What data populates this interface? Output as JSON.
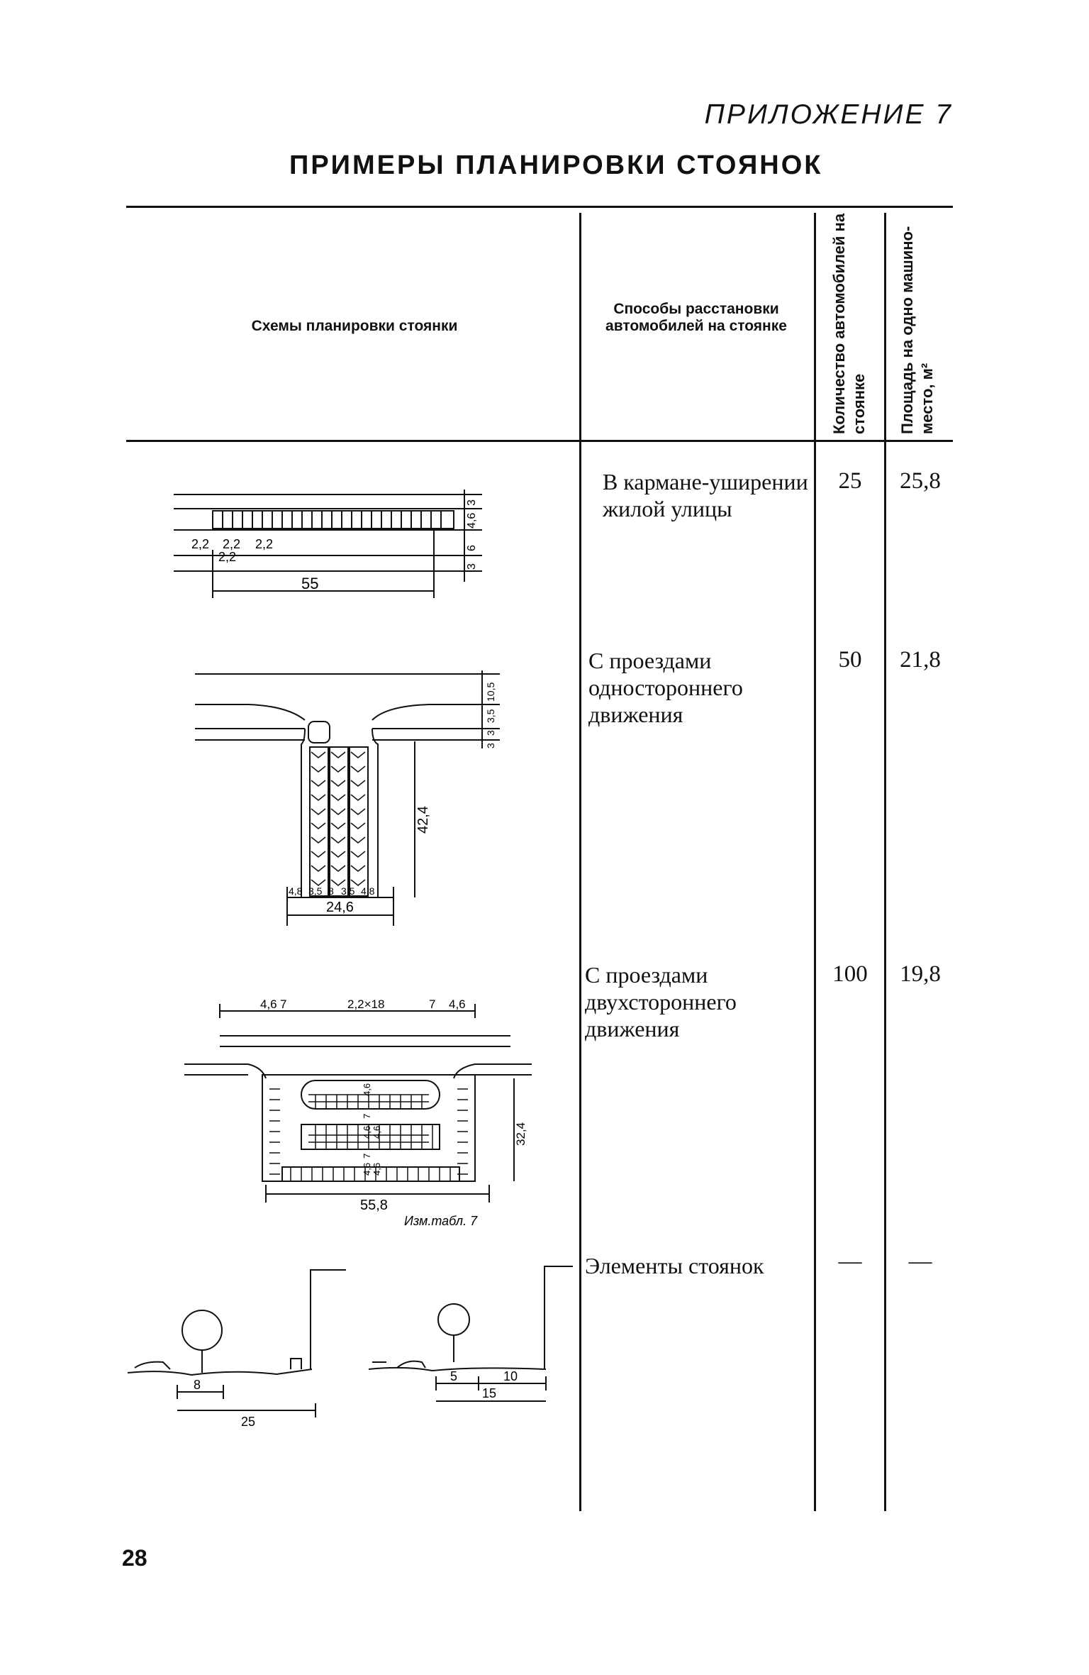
{
  "header": {
    "appendix": "ПРИЛОЖЕНИЕ 7",
    "title": "ПРИМЕРЫ ПЛАНИРОВКИ СТОЯНОК"
  },
  "table": {
    "columns": {
      "schemes": "Схемы планировки стоянки",
      "methods": "Способы расстановки автомобилей на стоянке",
      "count": "Количество автомобилей на стоянке",
      "area": "Площадь на одно машино-место, м²"
    },
    "rows": [
      {
        "method": "В кармане-уширении жилой улицы",
        "count": "25",
        "area": "25,8",
        "dims": [
          "3",
          "4,6",
          "6",
          "3",
          "2,2",
          "2,2",
          "2,2",
          "2,2",
          "55"
        ]
      },
      {
        "method": "С проездами одностороннего движения",
        "count": "50",
        "area": "21,8",
        "dims": [
          "3",
          "3",
          "3,5",
          "10,5",
          "42,4",
          "4,8",
          "3,5",
          "8",
          "3,5",
          "4,8",
          "24,6"
        ]
      },
      {
        "method": "С проездами двухстороннего движения",
        "count": "100",
        "area": "19,8",
        "dims": [
          "4,6",
          "7",
          "2,2×18",
          "7",
          "4,6",
          "32,4",
          "55,8",
          "4,6",
          "7",
          "4,6",
          "4,6",
          "7",
          "4,6",
          "4,6"
        ],
        "handwritten_note": "Изм.табл. 7"
      },
      {
        "method": "Элементы стоянок",
        "count": "—",
        "area": "—",
        "dims": [
          "8",
          "25",
          "5",
          "10",
          "15"
        ]
      }
    ]
  },
  "footer": {
    "page_number": "28"
  }
}
